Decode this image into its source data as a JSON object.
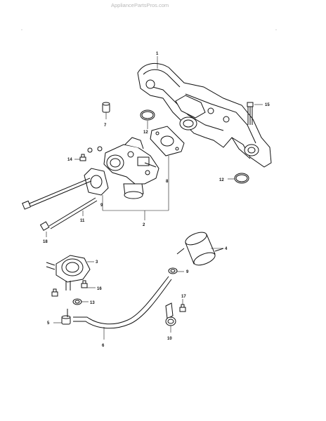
{
  "watermark": "AppliancePartsPros.com",
  "callouts": {
    "c1": "1",
    "c2": "2",
    "c3": "3",
    "c4": "4",
    "c5": "5",
    "c6": "6",
    "c7": "7",
    "c8": "8",
    "c9a": "9",
    "c9b": "9",
    "c10": "10",
    "c11": "11",
    "c12a": "12",
    "c12b": "12",
    "c13": "13",
    "c14": "14",
    "c15": "15",
    "c16": "16",
    "c17": "17",
    "c18": "18"
  },
  "corner_marks": {
    "left": "-",
    "right": "-"
  },
  "colors": {
    "line": "#111111",
    "watermark": "#b8b8b8"
  }
}
